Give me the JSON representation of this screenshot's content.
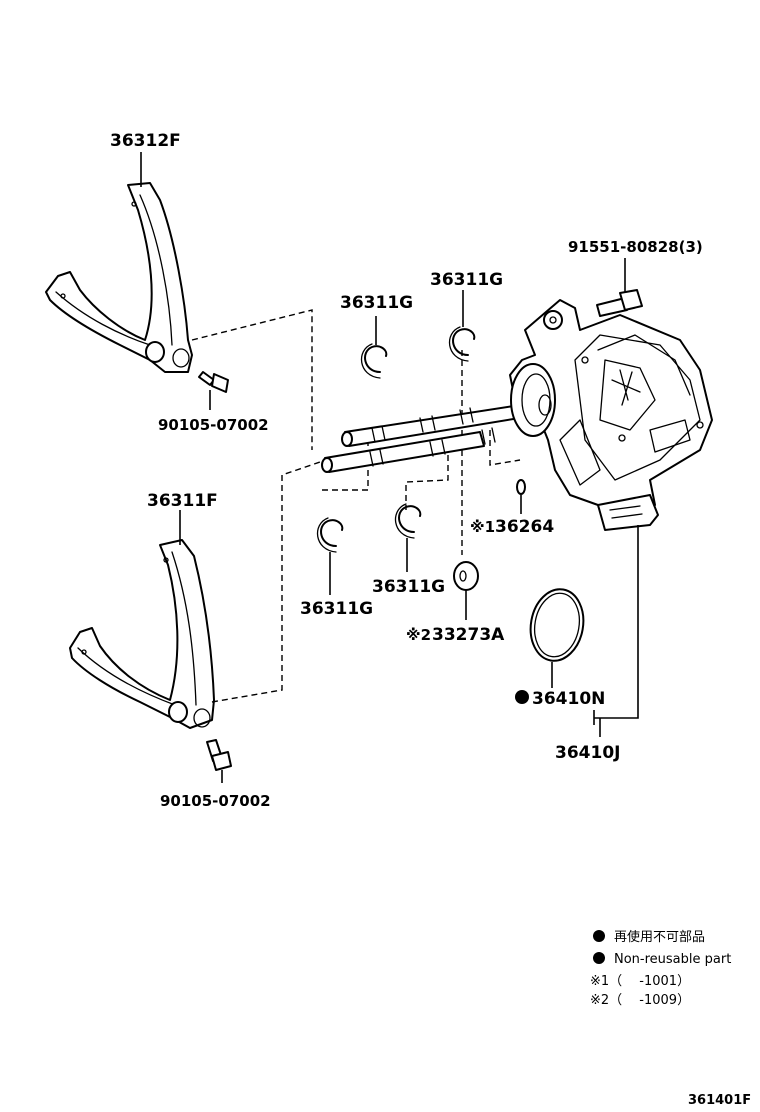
{
  "parts": {
    "fork_upper": "36312F",
    "bolt_upper": "90105-07002",
    "fork_lower": "36311F",
    "bolt_lower": "90105-07002",
    "ring_upper_left": "36311G",
    "ring_upper_right": "36311G",
    "ring_lower_left": "36311G",
    "ring_lower_right": "36311G",
    "housing_bolt": "91551-80828(3)",
    "small_part": "36264",
    "small_part_prefix": "※1",
    "washer": "33273A",
    "washer_prefix": "※2",
    "oring": "36410N",
    "actuator": "36410J"
  },
  "legend": {
    "line1": "再使用不可部品",
    "line2": "Non-reusable part",
    "line3": "※1（　 -1001）",
    "line4": "※2（　 -1009）"
  },
  "footer": {
    "code": "361401F"
  }
}
